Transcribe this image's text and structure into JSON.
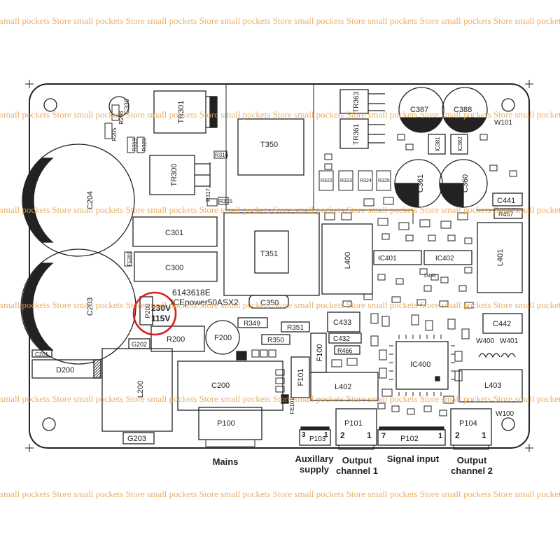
{
  "board": {
    "part_number": "6143618E",
    "model": "ICEpower50ASX2",
    "voltage_high": "230V",
    "voltage_low": "115V",
    "highlight_color": "#d62020"
  },
  "components": {
    "c204": "C204",
    "c203": "C203",
    "c201": "C201",
    "d200": "D200",
    "tr301": "TR301",
    "c330": "C330",
    "tr300": "TR300",
    "t350": "T350",
    "r316": "R316",
    "r315": "R315",
    "r317": "R317",
    "fe300": "FE300",
    "c301": "C301",
    "c300": "C300",
    "t351": "T351",
    "c350": "C350",
    "r349": "R349",
    "r351": "R351",
    "r350": "R350",
    "r200": "R200",
    "f200": "F200",
    "g202": "G202",
    "l200": "L200",
    "g203": "G203",
    "c200": "C200",
    "p100": "P100",
    "p200": "P200",
    "tr363": "TR363",
    "tr361": "TR361",
    "c387": "C387",
    "c388": "C388",
    "ic381": "IC381",
    "ic382": "IC382",
    "w101": "W101",
    "c361": "C361",
    "c360": "C360",
    "c441": "C441",
    "r457": "R457",
    "l400": "L400",
    "ic401": "IC401",
    "ic402": "IC402",
    "l401": "L401",
    "c433": "C433",
    "c432": "C432",
    "r466": "R466",
    "c442": "C442",
    "w400": "W400",
    "w401": "W401",
    "f100": "F100",
    "f101": "F101",
    "l402": "L402",
    "ic400": "IC400",
    "l403": "L403",
    "fe101": "FE101",
    "p103": "P103",
    "p101": "P101",
    "p102": "P102",
    "p104": "P104",
    "w100": "W100",
    "d486": "D486",
    "r205": "R205",
    "r206": "R206",
    "r319": "R319",
    "r320": "R320",
    "r322": "R322",
    "r323": "R323",
    "r324": "R324",
    "r325": "R325"
  },
  "pins": {
    "p103_left": "3",
    "p103_right": "1",
    "p101_left": "2",
    "p101_right": "1",
    "p102_left": "7",
    "p102_right": "1",
    "p104_left": "2",
    "p104_right": "1"
  },
  "labels": {
    "mains": "Mains",
    "aux_1": "Auxillary",
    "aux_2": "supply",
    "out1_1": "Output",
    "out1_2": "channel 1",
    "signal": "Signal input",
    "out2_1": "Output",
    "out2_2": "channel 2"
  },
  "watermark": {
    "text": "small pockets Store",
    "color": "#e8a24a"
  }
}
